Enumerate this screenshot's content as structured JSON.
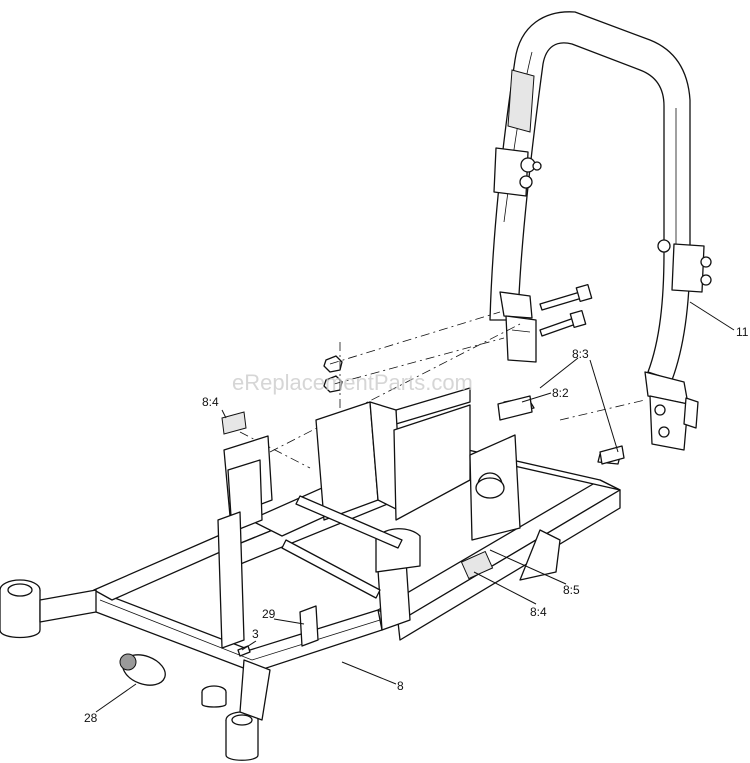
{
  "watermark": "eReplacementParts.com",
  "callouts": [
    {
      "id": "11",
      "label": "11"
    },
    {
      "id": "8-3",
      "label": "8:3"
    },
    {
      "id": "8-2",
      "label": "8:2"
    },
    {
      "id": "8-4-top",
      "label": "8:4"
    },
    {
      "id": "8-5",
      "label": "8:5"
    },
    {
      "id": "8-4-bottom",
      "label": "8:4"
    },
    {
      "id": "29",
      "label": "29"
    },
    {
      "id": "3",
      "label": "3"
    },
    {
      "id": "8",
      "label": "8"
    },
    {
      "id": "28",
      "label": "28"
    }
  ]
}
